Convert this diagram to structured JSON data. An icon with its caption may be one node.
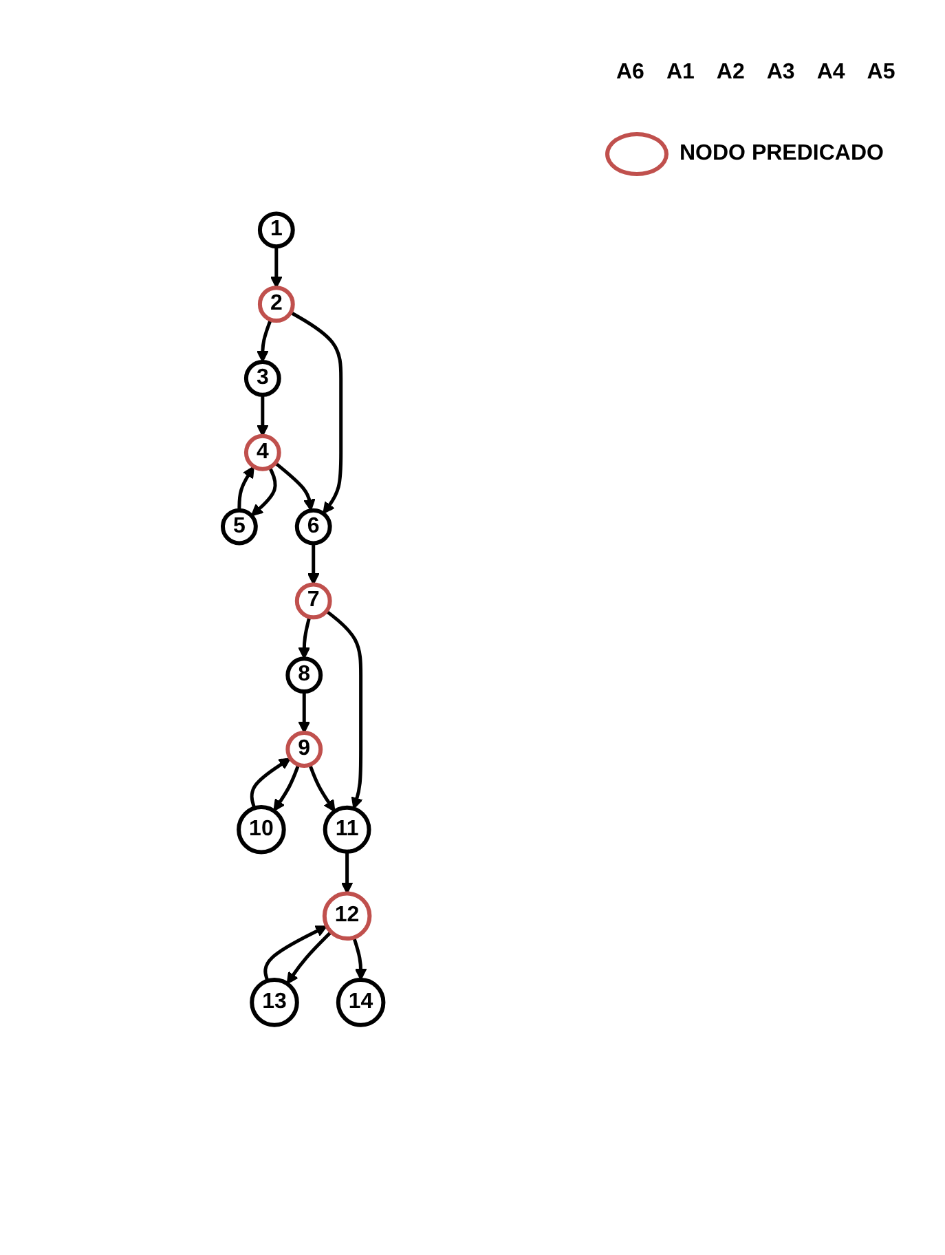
{
  "diagram": {
    "nodes": [
      {
        "text": [
          "1"
        ]
      },
      {
        "text": [
          "2"
        ]
      },
      {
        "text": [
          "3"
        ]
      },
      {
        "text": [
          "4"
        ]
      },
      {
        "text": [
          "5"
        ]
      },
      {
        "text": [
          "6"
        ]
      },
      {
        "text": [
          "7"
        ]
      },
      {
        "text": [
          "8"
        ]
      },
      {
        "text": [
          "9"
        ]
      },
      {
        "text": [
          "10"
        ]
      },
      {
        "text": [
          "11"
        ]
      },
      {
        "text": [
          "12"
        ]
      },
      {
        "text": [
          "13"
        ]
      },
      {
        "text": [
          "14"
        ]
      }
    ],
    "edges": [
      {
        "from": 0,
        "to": 1,
        "arrow": "to"
      },
      {
        "from": 1,
        "to": 2,
        "arrow": "to"
      },
      {
        "from": 1,
        "to": 5,
        "arrow": "to"
      },
      {
        "from": 2,
        "to": 3,
        "arrow": "to"
      },
      {
        "from": 3,
        "to": 4,
        "arrow": "to"
      },
      {
        "from": 3,
        "to": 5,
        "arrow": "to"
      },
      {
        "from": 4,
        "to": 3,
        "arrow": "to"
      },
      {
        "from": 5,
        "to": 6,
        "arrow": "to"
      },
      {
        "from": 6,
        "to": 7,
        "arrow": "to"
      },
      {
        "from": 6,
        "to": 10,
        "arrow": "to"
      },
      {
        "from": 7,
        "to": 8,
        "arrow": "to"
      },
      {
        "from": 8,
        "to": 9,
        "arrow": "to"
      },
      {
        "from": 8,
        "to": 10,
        "arrow": "to"
      },
      {
        "from": 9,
        "to": 8,
        "arrow": "to"
      },
      {
        "from": 10,
        "to": 11,
        "arrow": "to"
      },
      {
        "from": 11,
        "to": 12,
        "arrow": "to"
      },
      {
        "from": 11,
        "to": 13,
        "arrow": "to"
      },
      {
        "from": 12,
        "to": 11,
        "arrow": "to"
      }
    ],
    "labels": [
      "A6",
      "A1",
      "A2",
      "A3",
      "A4",
      "A5"
    ],
    "legend": [
      {
        "text": "NODO PREDICADO"
      }
    ]
  }
}
